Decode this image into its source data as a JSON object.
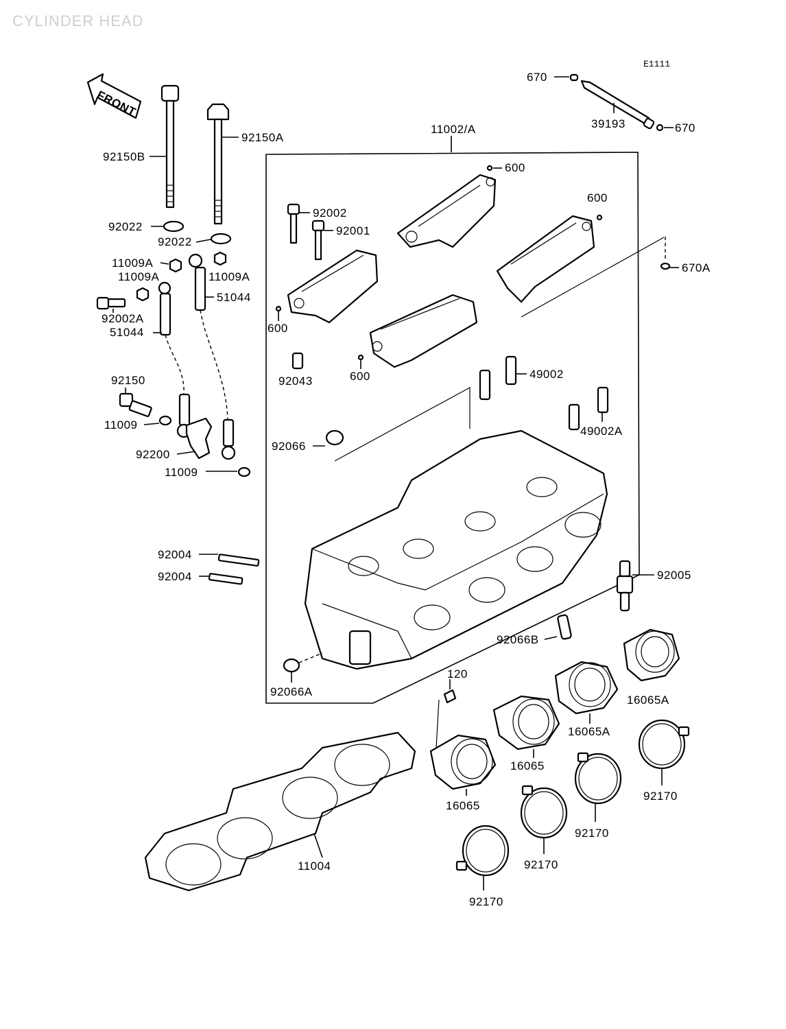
{
  "title": "CYLINDER HEAD",
  "diagram_code": "E1111",
  "front_label": "FRONT",
  "parts": {
    "p670_a": "670",
    "p670_b": "670",
    "p39193": "39193",
    "p11002A": "11002/A",
    "p600_a": "600",
    "p600_b": "600",
    "p600_c": "600",
    "p600_d": "600",
    "p670A": "670A",
    "p92150B": "92150B",
    "p92150A": "92150A",
    "p92022_a": "92022",
    "p92022_b": "92022",
    "p92002": "92002",
    "p92001": "92001",
    "p11009A_a": "11009A",
    "p11009A_b": "11009A",
    "p11009A_c": "11009A",
    "p51044_a": "51044",
    "p51044_b": "51044",
    "p92002A": "92002A",
    "p92043": "92043",
    "p49002": "49002",
    "p49002A": "49002A",
    "p92150": "92150",
    "p11009_a": "11009",
    "p11009_b": "11009",
    "p92200": "92200",
    "p92066": "92066",
    "p92004_a": "92004",
    "p92004_b": "92004",
    "p92005": "92005",
    "p92066B": "92066B",
    "p92066A": "92066A",
    "p120": "120",
    "p16065A_a": "16065A",
    "p16065A_b": "16065A",
    "p16065_a": "16065",
    "p16065_b": "16065",
    "p92170_a": "92170",
    "p92170_b": "92170",
    "p92170_c": "92170",
    "p92170_d": "92170",
    "p11004": "11004"
  }
}
